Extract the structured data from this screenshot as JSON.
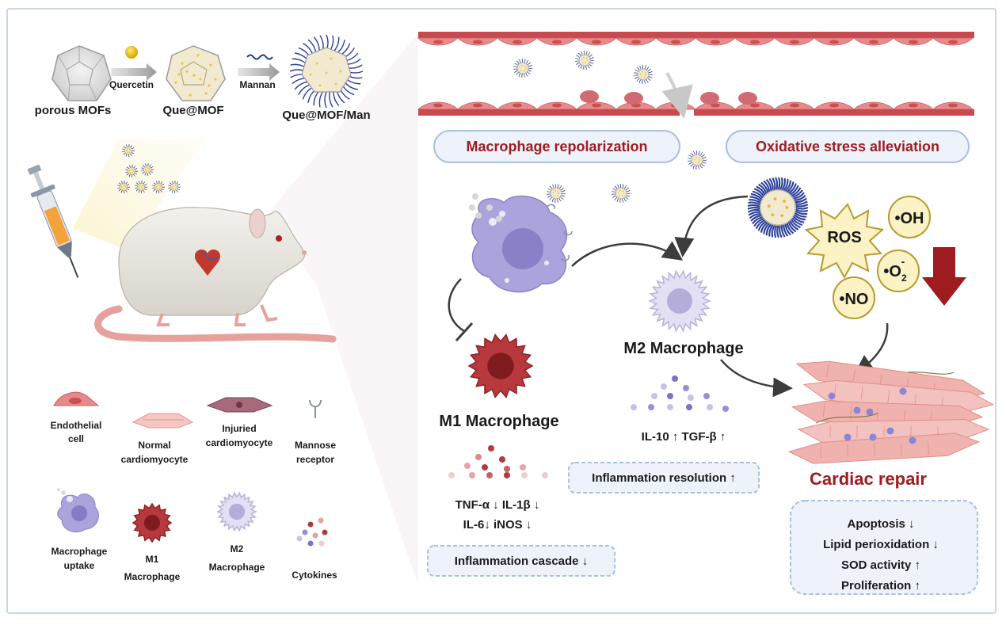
{
  "synthesis": {
    "step1": "porous MOFs",
    "reagent1": "Quercetin",
    "step2": "Que@MOF",
    "reagent2": "Mannan",
    "step3": "Que@MOF/Man"
  },
  "mechanisms": {
    "left": "Macrophage repolarization",
    "right": "Oxidative stress alleviation"
  },
  "m1": {
    "label": "M1 Macrophage",
    "cytokines_line1": "TNF-α ↓ IL-1β ↓",
    "cytokines_line2": "IL-6↓ iNOS ↓",
    "box": "Inflammation cascade ↓"
  },
  "m2": {
    "label": "M2 Macrophage",
    "cytokines": "IL-10 ↑ TGF-β ↑",
    "box": "Inflammation resolution ↑"
  },
  "ros": {
    "center": "ROS",
    "oh": "•OH",
    "o2": "•O",
    "o2_sub": "2",
    "o2_sup": "-",
    "no": "•NO"
  },
  "repair": {
    "title": "Cardiac repair",
    "items": [
      "Apoptosis ↓",
      "Lipid perioxidation ↓",
      "SOD activity ↑",
      "Proliferation ↑"
    ]
  },
  "legend": {
    "endothelial": [
      "Endothelial",
      "cell"
    ],
    "normal": [
      "Normal",
      "cardiomyocyte"
    ],
    "injured": [
      "Injuried",
      "cardiomyocyte"
    ],
    "mannose": [
      "Mannose",
      "receptor"
    ],
    "uptake": [
      "Macrophage",
      "uptake"
    ],
    "m1": [
      "M1",
      "Macrophage"
    ],
    "m2": [
      "M2",
      "Macrophage"
    ],
    "cytokines": [
      "Cytokines"
    ]
  },
  "colors": {
    "red_text": "#9e1b1f",
    "box_border": "#a9bfe0",
    "box_fill": "#eef3fb",
    "m1_cell": "#b8393d",
    "m2_cell": "#d9d5ee",
    "uptake_cell": "#aaa3dc",
    "vessel": "#d9545a"
  }
}
